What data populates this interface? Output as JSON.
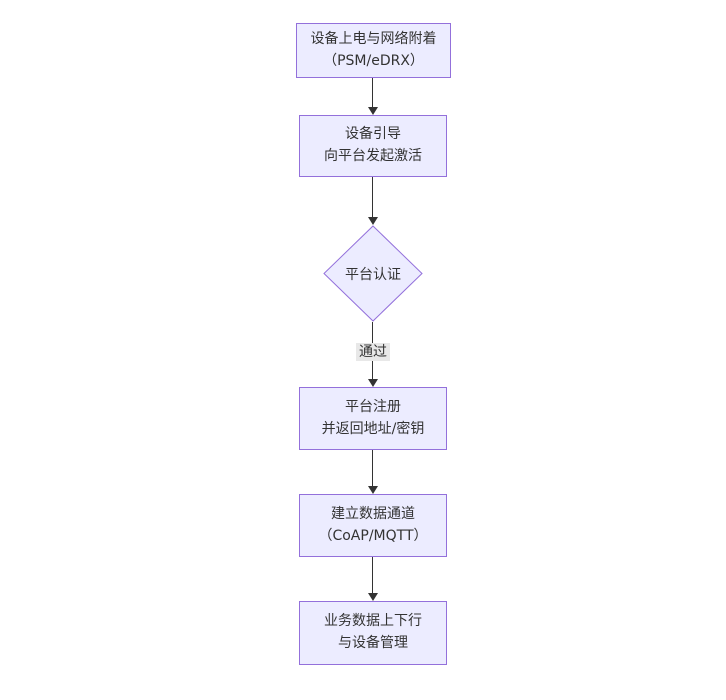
{
  "diagram": {
    "type": "flowchart",
    "direction": "top-down",
    "colors": {
      "node_fill": "#ECECFF",
      "node_border": "#9370DB",
      "edge_color": "#333333",
      "edge_label_bg": "#e8e8e8",
      "text": "#333333",
      "background": "#ffffff"
    },
    "nodes": [
      {
        "id": "power-attach",
        "shape": "rect",
        "lines": [
          "设备上电与网络附着",
          "（PSM/eDRX）"
        ]
      },
      {
        "id": "bootstrap",
        "shape": "rect",
        "lines": [
          "设备引导",
          "向平台发起激活"
        ]
      },
      {
        "id": "platform-auth",
        "shape": "diamond",
        "lines": [
          "平台认证"
        ]
      },
      {
        "id": "platform-register",
        "shape": "rect",
        "lines": [
          "平台注册",
          "并返回地址/密钥"
        ]
      },
      {
        "id": "data-channel",
        "shape": "rect",
        "lines": [
          "建立数据通道",
          "（CoAP/MQTT）"
        ]
      },
      {
        "id": "business-data",
        "shape": "rect",
        "lines": [
          "业务数据上下行",
          "与设备管理"
        ]
      }
    ],
    "edges": [
      {
        "from": "power-attach",
        "to": "bootstrap",
        "label": ""
      },
      {
        "from": "bootstrap",
        "to": "platform-auth",
        "label": ""
      },
      {
        "from": "platform-auth",
        "to": "platform-register",
        "label": "通过"
      },
      {
        "from": "platform-register",
        "to": "data-channel",
        "label": ""
      },
      {
        "from": "data-channel",
        "to": "business-data",
        "label": ""
      }
    ]
  }
}
